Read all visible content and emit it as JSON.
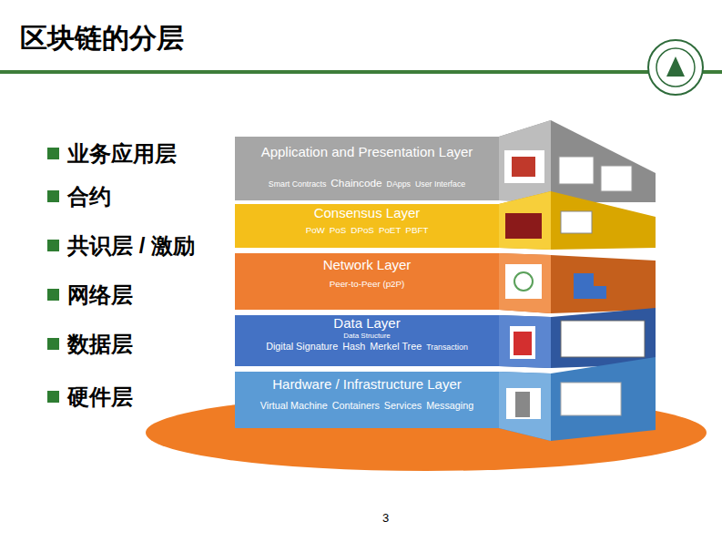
{
  "diagram": {
    "title": "区块链的分层",
    "nodes": [
      {
        "text": [
          "Application and Presentation Layer",
          "Smart Contracts",
          "Chaincode",
          "DApps",
          "User Interface"
        ]
      },
      {
        "text": [
          "Consensus Layer",
          "PoW",
          "PoS",
          "DPoS",
          "PoET",
          "PBFT"
        ]
      },
      {
        "text": [
          "Network Layer",
          "Peer-to-Peer (p2P)"
        ]
      },
      {
        "text": [
          "Data Layer",
          "Data Structure",
          "Digital Signature",
          "Hash",
          "Merkel Tree",
          "Transaction"
        ]
      },
      {
        "text": [
          "Hardware / Infrastructure Layer",
          "Virtual Machine",
          "Containers",
          "Services",
          "Messaging"
        ]
      }
    ],
    "labels": [
      "业务应用层",
      "合约",
      "共识层 / 激励",
      "网络层",
      "数据层",
      "硬件层",
      "3"
    ]
  }
}
